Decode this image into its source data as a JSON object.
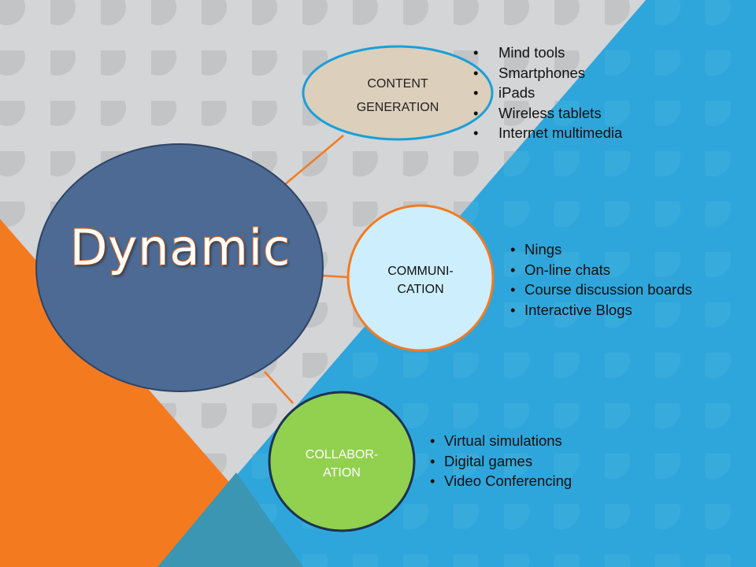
{
  "colors": {
    "grey_bg": "#d3d5d6",
    "dot": "#c2c4c6",
    "blue_bg": "#2fa6db",
    "blue_dot": "#3fb0e0",
    "orange": "#f47a20",
    "teal": "#3a96b2",
    "center_fill": "#4c6a93",
    "content_fill": "#dccfbc",
    "comm_fill": "#cdeefc",
    "collab_fill": "#92d050",
    "connector": "#f47a20"
  },
  "center": {
    "label": "Dynamic"
  },
  "nodes": {
    "content_generation": {
      "line1": "CONTENT",
      "line2": "GENERATION",
      "items": [
        "Mind tools",
        "Smartphones",
        "iPads",
        "Wireless tablets",
        "Internet multimedia"
      ]
    },
    "communication": {
      "line1": "COMMUNI-",
      "line2": "CATION",
      "items": [
        "Nings",
        "On-line chats",
        "Course discussion boards",
        "Interactive Blogs"
      ]
    },
    "collaboration": {
      "line1": "COLLABOR-",
      "line2": "ATION",
      "items": [
        "Virtual simulations",
        "Digital games",
        "Video Conferencing"
      ]
    }
  }
}
